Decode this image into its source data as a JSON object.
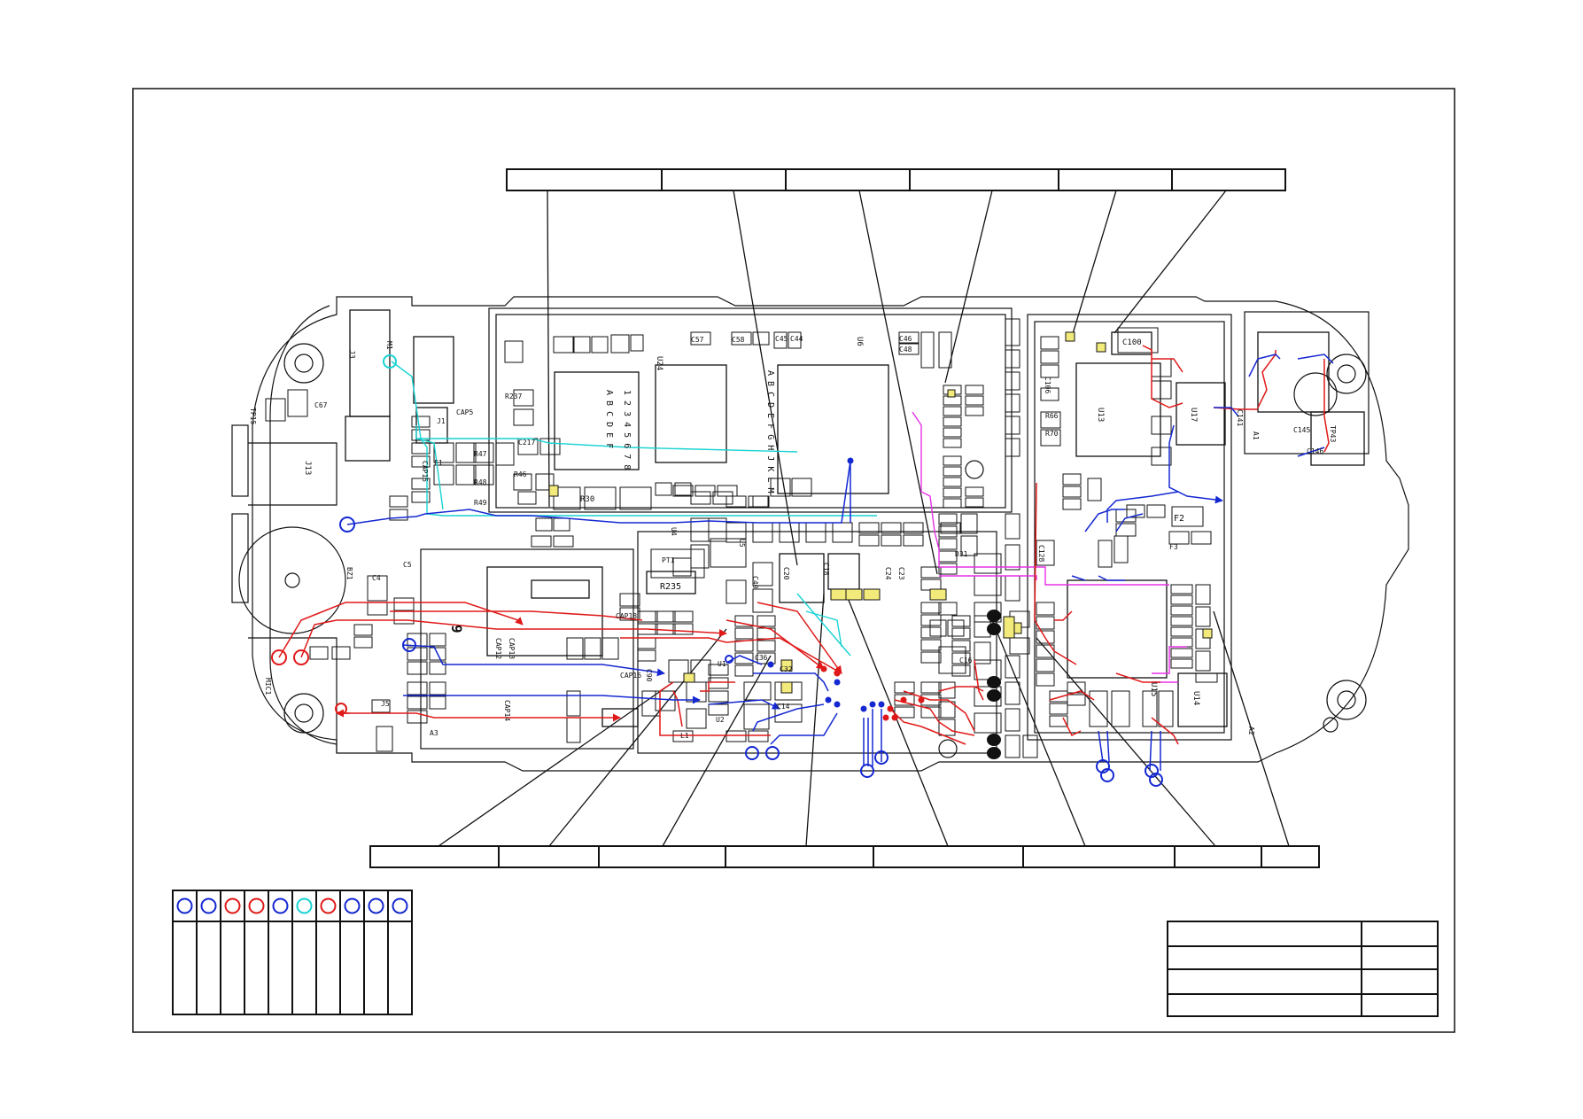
{
  "colors": {
    "blue": "#1428d2",
    "red": "#e01818",
    "cyan": "#19d2d2",
    "magenta": "#e632e6",
    "yellow": "#f2ea7a",
    "ink": "#111111"
  },
  "legend_circles": [
    "blue",
    "blue",
    "red",
    "red",
    "blue",
    "cyan",
    "red",
    "blue",
    "blue",
    "blue"
  ],
  "components": {
    "main_chip": "U24",
    "chip_rows": "A B C D E F",
    "chip_cols": "1 2 3 4 5 6 7 8",
    "bga_chip": "U6",
    "bga_rows": "A B C D E F G H J K L M",
    "rf_chip": "U13",
    "pa_chip": "U17",
    "codec_chip": "U15",
    "aux_chip": "U14",
    "resistor_r235": "R235",
    "conn_j13": "J13",
    "label_c100": "C100",
    "label_c57": "C57",
    "label_c58": "C58",
    "label_r30": "R30",
    "label_c18": "C18",
    "label_c20": "C20",
    "label_u5": "U5",
    "label_u4": "U4",
    "label_pt1": "PT1",
    "label_c40": "C40",
    "label_c24": "C24",
    "label_c23": "C23",
    "label_r237": "R237",
    "label_c217": "C217",
    "label_tp43": "TP43",
    "label_c106": "C106",
    "label_r66": "R66",
    "label_r70": "R70",
    "label_c128": "C128",
    "label_f2": "F2",
    "label_f3": "F3",
    "label_l1": "L1",
    "label_c36": "C36",
    "label_c32": "C32",
    "label_c16": "C16",
    "label_c14": "C14",
    "label_d31": "D31",
    "label_f1": "F1",
    "label_j1": "J1",
    "label_r47": "R47",
    "label_r48": "R48",
    "label_r49": "R49",
    "label_r46": "R46",
    "label_c67": "C67",
    "label_tp15": "TP15",
    "label_c46": "C46",
    "label_c48": "C48",
    "label_c44": "C44",
    "label_c45": "C45",
    "label_c5": "C5",
    "label_c4": "C4",
    "label_u2": "U2",
    "label_u1": "U1",
    "label_c90": "C90",
    "label_cap18": "CAP18",
    "label_cap13": "CAP13",
    "label_cap12": "CAP12",
    "label_cap14": "CAP14",
    "label_cap15": "CAP15",
    "label_cap16": "CAP16",
    "label_cap5": "CAP5",
    "label_dot9": "9",
    "label_j3": "J3",
    "label_m1": "M1",
    "label_a1": "A1",
    "label_a2": "A2",
    "label_a3": "A3",
    "label_j5": "J5",
    "label_mic1": "MIC1",
    "label_bz1": "BZ1",
    "label_c145": "C145",
    "label_c146": "C146",
    "label_c141": "C141"
  }
}
